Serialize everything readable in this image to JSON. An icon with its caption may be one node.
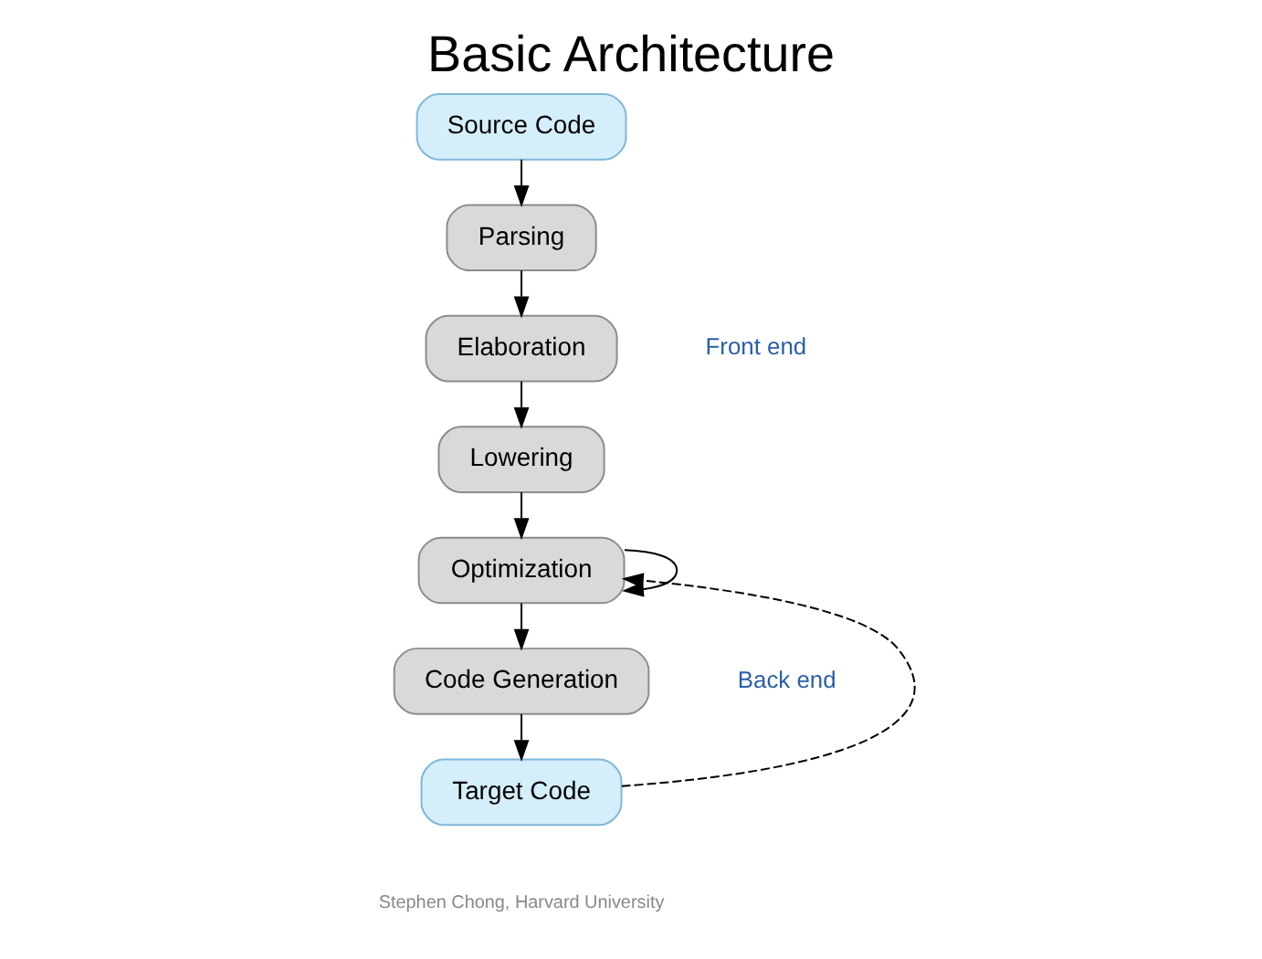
{
  "diagram": {
    "title": "Basic Architecture",
    "nodes": [
      {
        "text": [
          "Source Code"
        ]
      },
      {
        "text": [
          "Parsing"
        ]
      },
      {
        "text": [
          "Elaboration"
        ]
      },
      {
        "text": [
          "Lowering"
        ]
      },
      {
        "text": [
          "Optimization"
        ]
      },
      {
        "text": [
          "Code Generation"
        ]
      },
      {
        "text": [
          "Target Code"
        ]
      }
    ],
    "edges": [
      {
        "from": 0,
        "to": 1,
        "arrow": "to"
      },
      {
        "from": 1,
        "to": 2,
        "arrow": "to"
      },
      {
        "from": 2,
        "to": 3,
        "arrow": "to"
      },
      {
        "from": 3,
        "to": 4,
        "arrow": "to"
      },
      {
        "from": 4,
        "to": 4,
        "arrow": "to"
      },
      {
        "from": 4,
        "to": 5,
        "arrow": "to"
      },
      {
        "from": 5,
        "to": 6,
        "arrow": "to"
      },
      {
        "from": 6,
        "to": 4,
        "arrow": "to",
        "style": "dashed"
      }
    ],
    "labels": [
      "Front end",
      "Back end",
      "Stephen Chong, Harvard University"
    ]
  }
}
